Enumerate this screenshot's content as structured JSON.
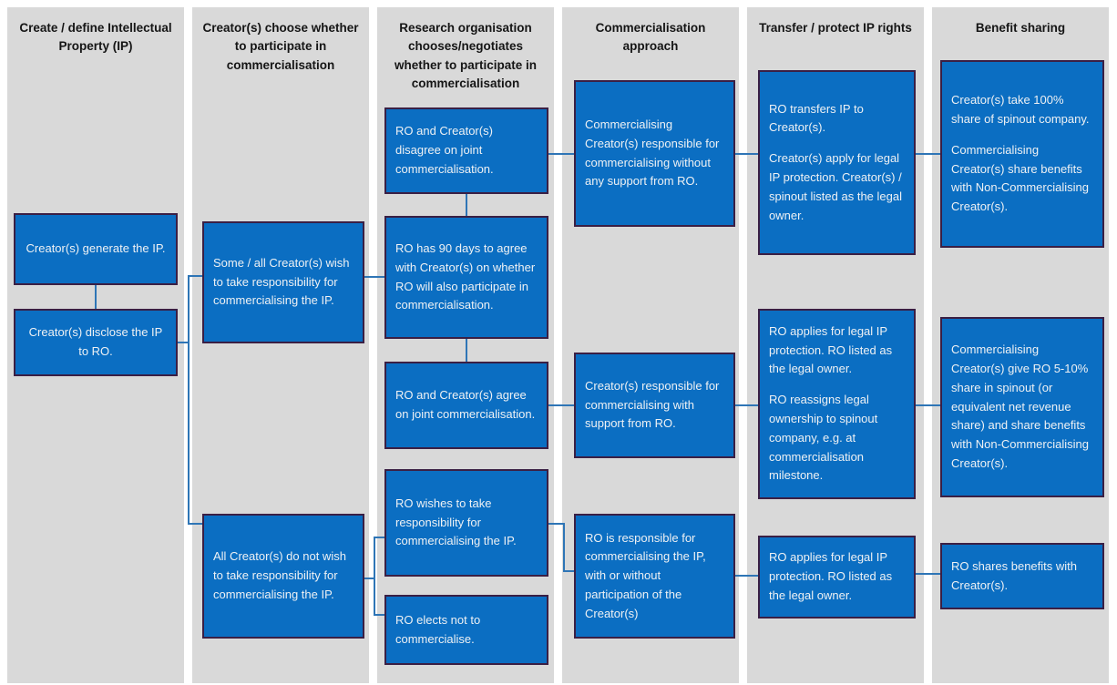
{
  "colors": {
    "column_bg": "#d9d9d9",
    "box_fill": "#0b6ec2",
    "box_border": "#3a1f44",
    "box_text": "#eef1f4",
    "header_text": "#151515",
    "connector": "#2e75b6",
    "page_bg": "#ffffff"
  },
  "columns": [
    {
      "header": "Create / define Intellectual Property (IP)",
      "boxes": [
        {
          "paragraphs": [
            "Creator(s) generate the IP."
          ]
        },
        {
          "paragraphs": [
            "Creator(s) disclose the IP to RO."
          ]
        }
      ]
    },
    {
      "header": "Creator(s) choose whether to participate in commercialisation",
      "boxes": [
        {
          "paragraphs": [
            "Some / all Creator(s) wish to take responsibility for commercialising the IP."
          ]
        },
        {
          "paragraphs": [
            "All Creator(s) do not wish to take responsibility for commercialising the IP."
          ]
        }
      ]
    },
    {
      "header": "Research organisation chooses/negotiates whether to participate in commercialisation",
      "boxes": [
        {
          "paragraphs": [
            "RO and Creator(s) disagree on joint commercialisation."
          ]
        },
        {
          "paragraphs": [
            "RO has 90 days to agree with Creator(s) on whether RO will also participate in commercialisation."
          ]
        },
        {
          "paragraphs": [
            "RO and Creator(s) agree on joint commercialisation."
          ]
        },
        {
          "paragraphs": [
            "RO wishes to take responsibility for commercialising the IP."
          ]
        },
        {
          "paragraphs": [
            "RO elects not to commercialise."
          ]
        }
      ]
    },
    {
      "header": "Commercialisation approach",
      "boxes": [
        {
          "paragraphs": [
            "Commercialising Creator(s) responsible for commercialising without any support from RO."
          ]
        },
        {
          "paragraphs": [
            "Creator(s) responsible for commercialising with support from RO."
          ]
        },
        {
          "paragraphs": [
            "RO is responsible for commercialising the IP, with or without participation of the Creator(s)"
          ]
        }
      ]
    },
    {
      "header": "Transfer / protect IP rights",
      "boxes": [
        {
          "paragraphs": [
            "RO transfers IP to Creator(s).",
            "Creator(s) apply for legal IP protection. Creator(s) / spinout listed as the legal owner."
          ]
        },
        {
          "paragraphs": [
            "RO applies for legal IP protection. RO listed as the legal owner.",
            "RO reassigns legal ownership to spinout company, e.g. at commercialisation milestone."
          ]
        },
        {
          "paragraphs": [
            "RO applies for legal IP protection. RO listed as the legal owner."
          ]
        }
      ]
    },
    {
      "header": "Benefit sharing",
      "boxes": [
        {
          "paragraphs": [
            "Creator(s) take 100% share of spinout company.",
            "Commercialising Creator(s) share benefits with Non-Commercialising Creator(s)."
          ]
        },
        {
          "paragraphs": [
            "Commercialising Creator(s) give RO 5-10% share in spinout (or equivalent net revenue share) and share benefits with Non-Commercialising Creator(s)."
          ]
        },
        {
          "paragraphs": [
            "RO shares benefits with Creator(s)."
          ]
        }
      ]
    }
  ]
}
